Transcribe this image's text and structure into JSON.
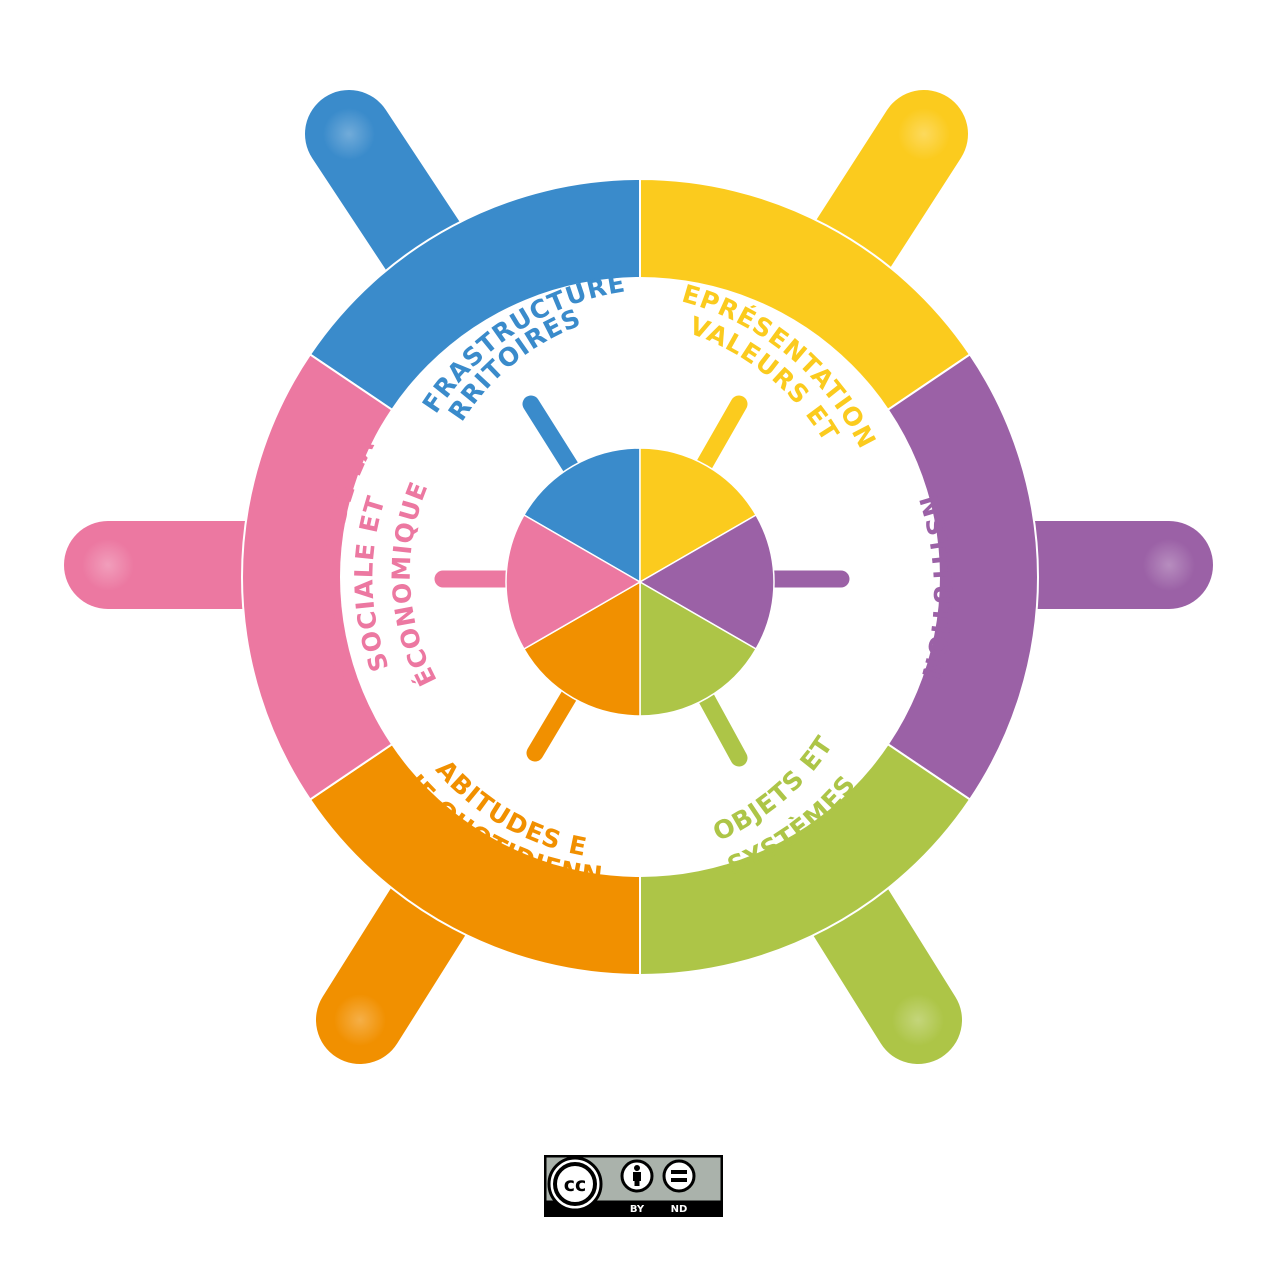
{
  "wheel": {
    "segments": [
      {
        "id": "blue",
        "label_lines": [
          "Territoires et",
          "infrastructures"
        ],
        "color": "#3a8bcb"
      },
      {
        "id": "yellow",
        "label_lines": [
          "Valeurs et",
          "représentations"
        ],
        "color": "#fbcb1e"
      },
      {
        "id": "purple",
        "label_lines": [
          "Institutions"
        ],
        "color": "#9b61a6"
      },
      {
        "id": "green",
        "label_lines": [
          "Objets et",
          "systèmes"
        ],
        "color": "#adc547"
      },
      {
        "id": "orange",
        "label_lines": [
          "Habitudes et",
          "vie quotidienne"
        ],
        "color": "#f19000"
      },
      {
        "id": "pink",
        "label_lines": [
          "Organisation de la vie",
          "sociale et",
          "économique"
        ],
        "color": "#ec78a1"
      }
    ]
  },
  "license": {
    "cc": "cc",
    "by": "BY",
    "nd": "ND",
    "icons": [
      "cc-icon",
      "attribution-icon",
      "no-derivatives-icon"
    ]
  }
}
